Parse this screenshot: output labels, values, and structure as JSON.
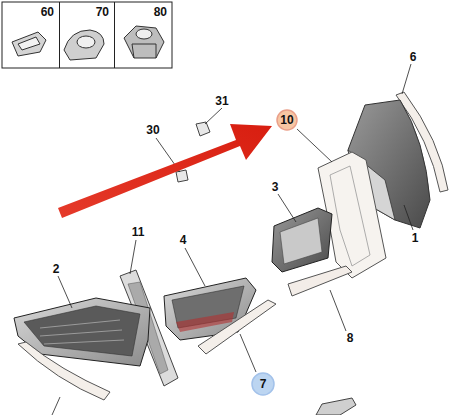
{
  "diagram": {
    "nodes": [
      {
        "text": [
          "60"
        ]
      },
      {
        "text": [
          "70"
        ]
      },
      {
        "text": [
          "80"
        ]
      },
      {
        "text": [
          "10"
        ]
      },
      {
        "text": [
          "7"
        ]
      }
    ],
    "labels": [
      "6",
      "31",
      "30",
      "3",
      "11",
      "1",
      "4",
      "2",
      "8"
    ]
  }
}
